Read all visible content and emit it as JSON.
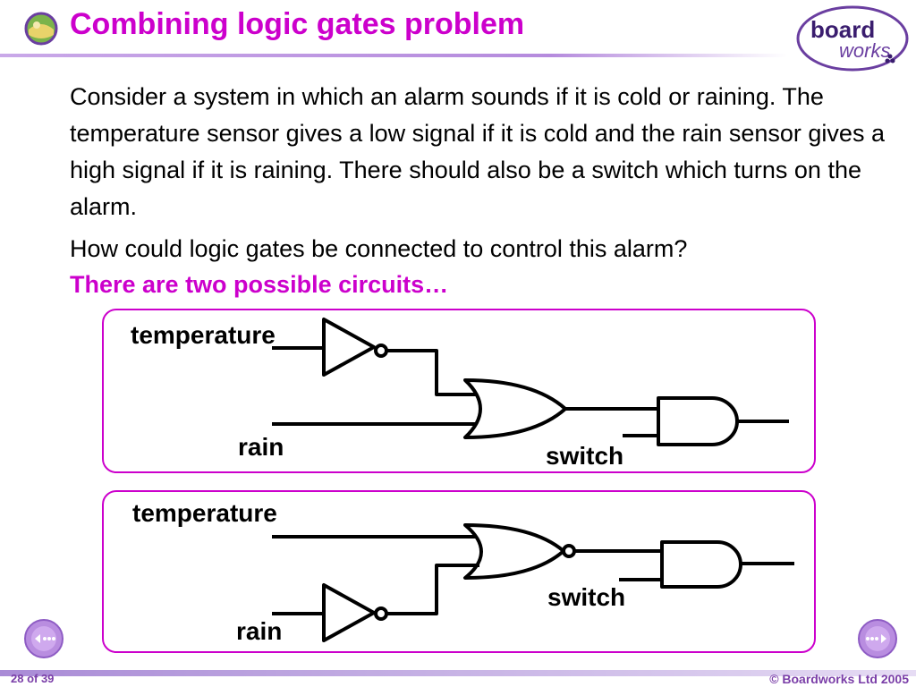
{
  "slide": {
    "title": "Combining logic gates problem",
    "paragraph1": "Consider a system in which an alarm sounds if it is cold or raining. The temperature sensor gives a low signal if it is cold and the rain sensor gives a high signal if it is raining. There should also be a switch which turns on the alarm.",
    "paragraph2": "How could logic gates be connected to control this alarm?",
    "highlight": "There are two possible circuits…"
  },
  "logo": {
    "line1": "board",
    "line2": "works"
  },
  "circuit1": {
    "input_top": "temperature",
    "input_bottom": "rain",
    "switch_label": "switch"
  },
  "circuit2": {
    "input_top": "temperature",
    "input_bottom": "rain",
    "switch_label": "switch"
  },
  "footer": {
    "page": "28 of 39",
    "copyright": "© Boardworks Ltd 2005"
  },
  "colors": {
    "accent": "#cc00cc",
    "brand": "#7a3ea8"
  },
  "icons": {
    "title": "globe-icon",
    "nav_prev": "prev-arrow-icon",
    "nav_next": "next-arrow-icon"
  }
}
